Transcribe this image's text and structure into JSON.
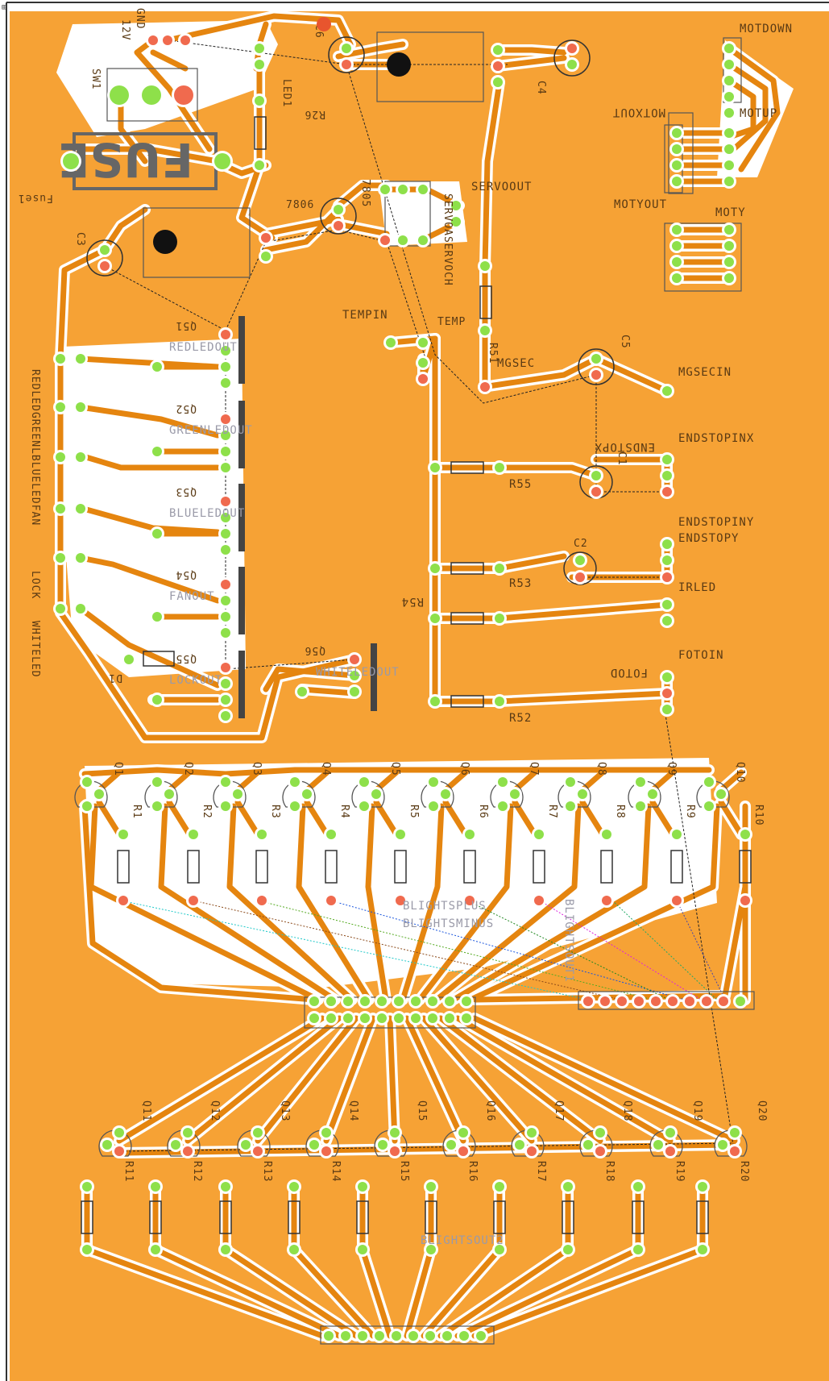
{
  "colors": {
    "board": "#f6a235",
    "board_edge": "#e8951f",
    "trace": "#e5850f",
    "trace_halo": "#ffffff",
    "pad_green": "#8ee04a",
    "pad_red": "#f06a4e",
    "silk": "#5a3a14",
    "silk_grey": "#9a9aa8",
    "header_dark": "#444444",
    "white_area": "#ffffff"
  },
  "icons": [
    "fuse-icon",
    "ic-chip-icon",
    "resistor-icon",
    "capacitor-icon",
    "transistor-icon",
    "pin-header-icon",
    "screw-terminal-icon"
  ],
  "labels": {
    "sw1": "SW1",
    "v12": "12V",
    "gnd": "GND",
    "led1": "LED1",
    "r26": "R26",
    "fuse": "FUSE",
    "fuse1": "Fuse1",
    "c3": "C3",
    "c6": "C6",
    "c4": "C4",
    "c1": "C1",
    "c2": "C2",
    "c5": "C5",
    "v7806": "7806",
    "v7805": "7805",
    "servoout": "SERVOOUT",
    "servoaservoch": "SERVOASERVOCH",
    "tempin": "TEMPIN",
    "temp": "TEMP",
    "motdown": "MOTDOWN",
    "motup": "MOTUP",
    "motxout": "MOTXOUT",
    "motyout": "MOTYOUT",
    "moty": "MOTY",
    "mgsec": "MGSEC",
    "mgsecin": "MGSECIN",
    "r51": "R51",
    "endstopinx": "ENDSTOPINX",
    "endstopx": "ENDSTOPX",
    "endstopiny": "ENDSTOPINY",
    "endstopy": "ENDSTOPY",
    "irled": "IRLED",
    "fotoin": "FOTOIN",
    "fotod": "FOTOD",
    "r55": "R55",
    "r53": "R53",
    "r54": "R54",
    "r52": "R52",
    "redledout": "REDLEDOUT",
    "greenledout": "GREENLEDOUT",
    "blueledout": "BLUELEDOUT",
    "fanout": "FANOUT",
    "lockout": "LOCKOUT",
    "whiteledout": "WHITELEDOUT",
    "q51": "Q51",
    "q52": "Q52",
    "q53": "Q53",
    "q54": "Q54",
    "q55": "Q55",
    "q56": "Q56",
    "left_vertical": "REDLEDGREENLBLUELEDFAN",
    "lock": "LOCK",
    "whiteled": "WHITELED",
    "d1": "D1",
    "blightsplus": "BLIGHTSPLUS",
    "blightsminus": "BLIGHTSMINUS",
    "blightsout1": "BLIGHTSOUT1",
    "blightsout2": "BLIGHTSOUT2"
  },
  "top_row_q": [
    "Q1",
    "Q2",
    "Q3",
    "Q4",
    "Q5",
    "Q6",
    "Q7",
    "Q8",
    "Q9",
    "Q10"
  ],
  "top_row_r": [
    "R1",
    "R2",
    "R3",
    "R4",
    "R5",
    "R6",
    "R7",
    "R8",
    "R9",
    "R10"
  ],
  "bottom_row_q": [
    "Q11",
    "Q12",
    "Q13",
    "Q14",
    "Q15",
    "Q16",
    "Q17",
    "Q18",
    "Q19",
    "Q20"
  ],
  "bottom_row_r": [
    "R11",
    "R12",
    "R13",
    "R14",
    "R15",
    "R16",
    "R17",
    "R18",
    "R19",
    "R20"
  ]
}
